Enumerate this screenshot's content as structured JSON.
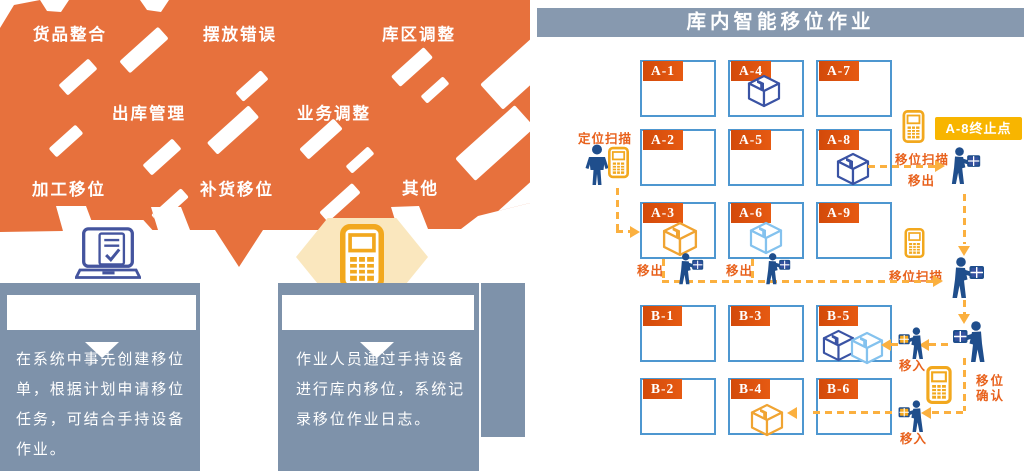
{
  "left": {
    "bubbles": [
      "货品整合",
      "摆放错误",
      "库区调整",
      "出库管理",
      "业务调整",
      "加工移位",
      "补货移位",
      "其他"
    ],
    "panels": [
      {
        "description": "在系统中事先创建移位单，根据计划申请移位任务，可结合手持设备作业。"
      },
      {
        "description": "作业人员通过手持设备进行库内移位，系统记录移位作业日志。"
      }
    ]
  },
  "right": {
    "title": "库内智能移位作业",
    "end_badge": "A-8终止点",
    "cells": [
      {
        "id": "A-1",
        "boxes": []
      },
      {
        "id": "A-4",
        "boxes": [
          "navy"
        ]
      },
      {
        "id": "A-7",
        "boxes": []
      },
      {
        "id": "A-2",
        "boxes": []
      },
      {
        "id": "A-5",
        "boxes": []
      },
      {
        "id": "A-8",
        "boxes": [
          "navy"
        ]
      },
      {
        "id": "A-3",
        "boxes": [
          "orange"
        ]
      },
      {
        "id": "A-6",
        "boxes": [
          "lightblue"
        ]
      },
      {
        "id": "A-9",
        "boxes": []
      },
      {
        "id": "B-1",
        "boxes": []
      },
      {
        "id": "B-3",
        "boxes": []
      },
      {
        "id": "B-5",
        "boxes": [
          "navy",
          "lightblue"
        ]
      },
      {
        "id": "B-2",
        "boxes": []
      },
      {
        "id": "B-4",
        "boxes": [
          "orange"
        ]
      },
      {
        "id": "B-6",
        "boxes": []
      }
    ],
    "labels": {
      "locate_scan": "定位扫描",
      "shift_scan_top": "移位扫描",
      "move_out_top": "移出",
      "move_out_a3": "移出",
      "move_out_a6": "移出",
      "shift_scan_mid": "移位扫描",
      "move_in_b5": "移入",
      "move_in_b4": "移入",
      "shift_confirm": "移位确认"
    }
  },
  "colors": {
    "orange_bubble": "#E7713D",
    "panel_gray": "#7E92AA",
    "title_bar": "#8799AF",
    "cell_border": "#4E97D0",
    "cell_tab": "#DC520E",
    "badge": "#F8B500",
    "dash_line": "#FBB03F",
    "flow_text": "#E8611C",
    "person_navy": "#1F4E8C",
    "box_navy": "#3A53A4",
    "box_lightblue": "#84C2EE",
    "box_orange": "#F0A432",
    "handheld_orange": "#F2A81E",
    "computer_blue": "#44549E"
  }
}
